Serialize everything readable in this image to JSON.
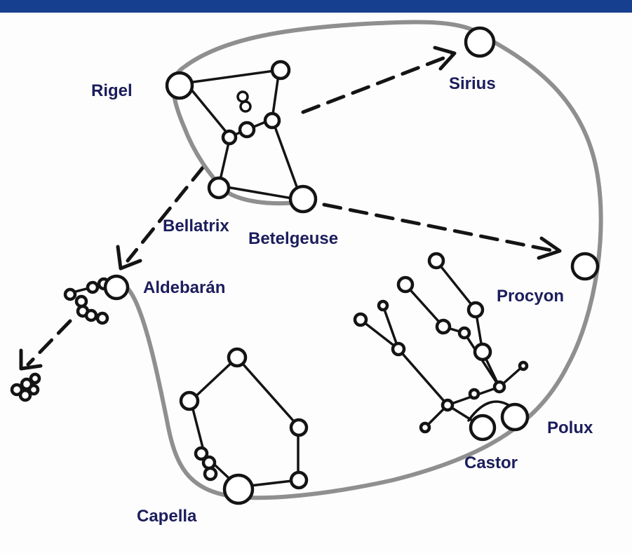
{
  "labels": {
    "rigel": "Rigel",
    "sirius": "Sirius",
    "bellatrix": "Bellatrix",
    "betelgeuse": "Betelgeuse",
    "procyon": "Procyon",
    "aldebaran": "Aldebarán",
    "polux": "Polux",
    "castor": "Castor",
    "capella": "Capella"
  },
  "colors": {
    "top_bar": "#173f8f",
    "label_text": "#1b1d5c",
    "hexagon_outline": "#8f8f8f",
    "ink": "#141414"
  }
}
